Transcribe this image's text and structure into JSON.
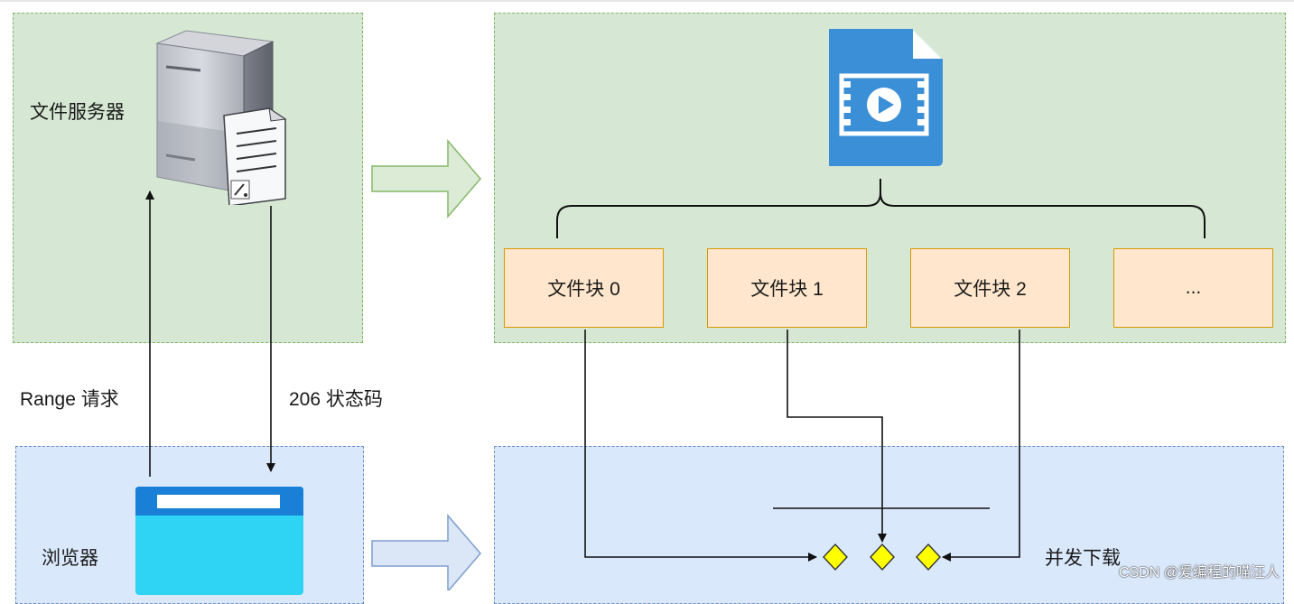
{
  "server_zone": {
    "label": "文件服务器"
  },
  "browser_zone": {
    "label": "浏览器"
  },
  "request_label": "Range 请求",
  "response_label": "206 状态码",
  "chunks": [
    "文件块 0",
    "文件块 1",
    "文件块 2",
    "..."
  ],
  "concurrent_label": "并发下载",
  "watermark": "CSDN @爱编程的喵汪人",
  "icons": {
    "server": "server-icon",
    "document": "document-icon",
    "video_file": "video-file-icon",
    "browser": "browser-window-icon"
  },
  "colors": {
    "green_fill": "#d6e8d4",
    "green_border": "#82b366",
    "blue_fill": "#dae8fc",
    "blue_border": "#6c8ebf",
    "chunk_fill": "#ffe6cc",
    "chunk_border": "#d79b00",
    "diamond": "#ffff00",
    "video_blue": "#3b8fd6",
    "browser_cyan": "#2fd3f4",
    "browser_blue": "#1a7fd6"
  }
}
